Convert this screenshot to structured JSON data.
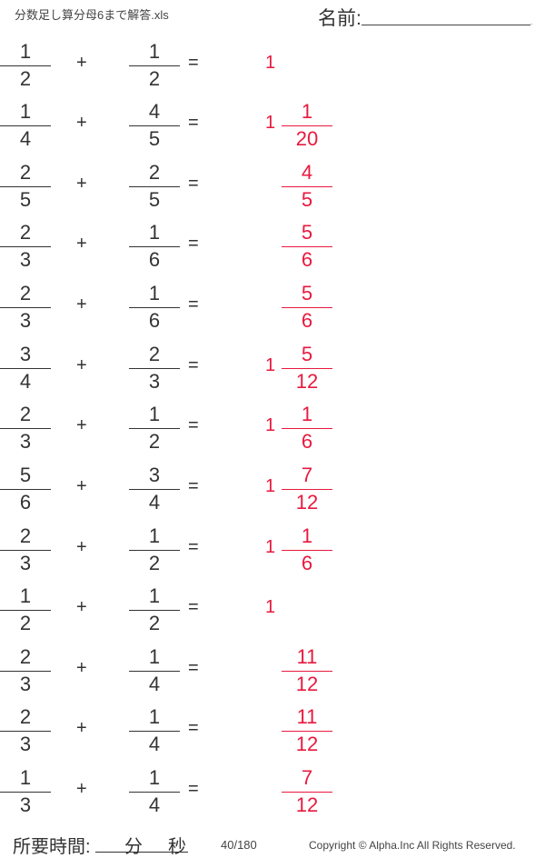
{
  "header": {
    "title": "分数足し算分母6まで解答.xls",
    "name_label": "名前:",
    "name_dot": "."
  },
  "colors": {
    "text": "#333333",
    "answer": "#e8193f"
  },
  "problems": [
    {
      "a": {
        "n": "1",
        "d": "2"
      },
      "b": {
        "n": "1",
        "d": "2"
      },
      "ans": {
        "w": "1",
        "n": "",
        "d": ""
      }
    },
    {
      "a": {
        "n": "1",
        "d": "4"
      },
      "b": {
        "n": "4",
        "d": "5"
      },
      "ans": {
        "w": "1",
        "n": "1",
        "d": "20"
      }
    },
    {
      "a": {
        "n": "2",
        "d": "5"
      },
      "b": {
        "n": "2",
        "d": "5"
      },
      "ans": {
        "w": "",
        "n": "4",
        "d": "5"
      }
    },
    {
      "a": {
        "n": "2",
        "d": "3"
      },
      "b": {
        "n": "1",
        "d": "6"
      },
      "ans": {
        "w": "",
        "n": "5",
        "d": "6"
      }
    },
    {
      "a": {
        "n": "2",
        "d": "3"
      },
      "b": {
        "n": "1",
        "d": "6"
      },
      "ans": {
        "w": "",
        "n": "5",
        "d": "6"
      }
    },
    {
      "a": {
        "n": "3",
        "d": "4"
      },
      "b": {
        "n": "2",
        "d": "3"
      },
      "ans": {
        "w": "1",
        "n": "5",
        "d": "12"
      }
    },
    {
      "a": {
        "n": "2",
        "d": "3"
      },
      "b": {
        "n": "1",
        "d": "2"
      },
      "ans": {
        "w": "1",
        "n": "1",
        "d": "6"
      }
    },
    {
      "a": {
        "n": "5",
        "d": "6"
      },
      "b": {
        "n": "3",
        "d": "4"
      },
      "ans": {
        "w": "1",
        "n": "7",
        "d": "12"
      }
    },
    {
      "a": {
        "n": "2",
        "d": "3"
      },
      "b": {
        "n": "1",
        "d": "2"
      },
      "ans": {
        "w": "1",
        "n": "1",
        "d": "6"
      }
    },
    {
      "a": {
        "n": "1",
        "d": "2"
      },
      "b": {
        "n": "1",
        "d": "2"
      },
      "ans": {
        "w": "1",
        "n": "",
        "d": ""
      }
    },
    {
      "a": {
        "n": "2",
        "d": "3"
      },
      "b": {
        "n": "1",
        "d": "4"
      },
      "ans": {
        "w": "",
        "n": "11",
        "d": "12"
      }
    },
    {
      "a": {
        "n": "2",
        "d": "3"
      },
      "b": {
        "n": "1",
        "d": "4"
      },
      "ans": {
        "w": "",
        "n": "11",
        "d": "12"
      }
    },
    {
      "a": {
        "n": "1",
        "d": "3"
      },
      "b": {
        "n": "1",
        "d": "4"
      },
      "ans": {
        "w": "",
        "n": "7",
        "d": "12"
      }
    }
  ],
  "operators": {
    "plus": "+",
    "equals": "="
  },
  "footer": {
    "time_label": "所要時間:",
    "minutes_unit": "分",
    "seconds_unit": "秒",
    "page": "40/180",
    "copyright": "Copyright ©  Alpha.Inc All Rights Reserved."
  }
}
